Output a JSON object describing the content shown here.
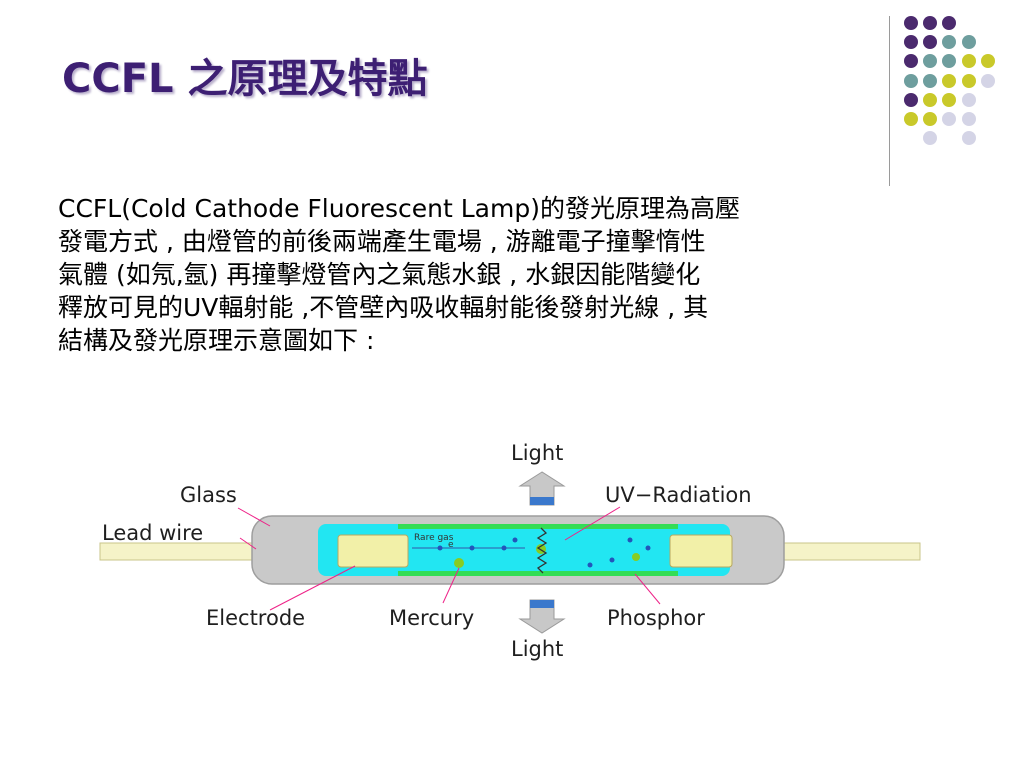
{
  "title": "CCFL 之原理及特點",
  "body_text": "CCFL(Cold Cathode Fluorescent Lamp)的發光原理為高壓\n發電方式 , 由燈管的前後兩端產生電場 , 游離電子撞擊惰性\n氣體 (如氖,氬) 再撞擊燈管內之氣態水銀 , 水銀因能階變化\n釋放可見的UV輻射能 ,不管壁內吸收輻射能後發射光線 , 其\n結構及發光原理示意圖如下 :",
  "diagram": {
    "labels": {
      "light_top": "Light",
      "light_bottom": "Light",
      "glass": "Glass",
      "lead_wire": "Lead wire",
      "uv_radiation": "UV−Radiation",
      "electrode": "Electrode",
      "mercury": "Mercury",
      "phosphor": "Phosphor",
      "rare_gas": "Rare gas",
      "electron": "e"
    },
    "colors": {
      "glass": "#c9c9c9",
      "tube_inner": "#22e6f2",
      "phosphor": "#33dd55",
      "electrode": "#f2f0a8",
      "lead_wire": "#f5f3c8",
      "mercury": "#88cc22",
      "leader": "#ee2288",
      "arrow": "#c8c8c8",
      "arrow_tip": "#3a78cc"
    }
  },
  "decor": {
    "colors": {
      "purple": "#4b2a6e",
      "teal": "#6e9e9e",
      "olive": "#c9c92a",
      "lilac": "#d4d4e6"
    },
    "grid": [
      [
        "purple",
        "purple",
        "purple",
        "",
        ""
      ],
      [
        "purple",
        "purple",
        "teal",
        "teal",
        ""
      ],
      [
        "purple",
        "teal",
        "teal",
        "olive",
        "olive"
      ],
      [
        "teal",
        "teal",
        "olive",
        "olive",
        "lilac"
      ],
      [
        "purple",
        "olive",
        "olive",
        "lilac",
        ""
      ],
      [
        "olive",
        "olive",
        "lilac",
        "lilac",
        ""
      ],
      [
        "",
        "lilac",
        "",
        "lilac",
        ""
      ]
    ]
  }
}
